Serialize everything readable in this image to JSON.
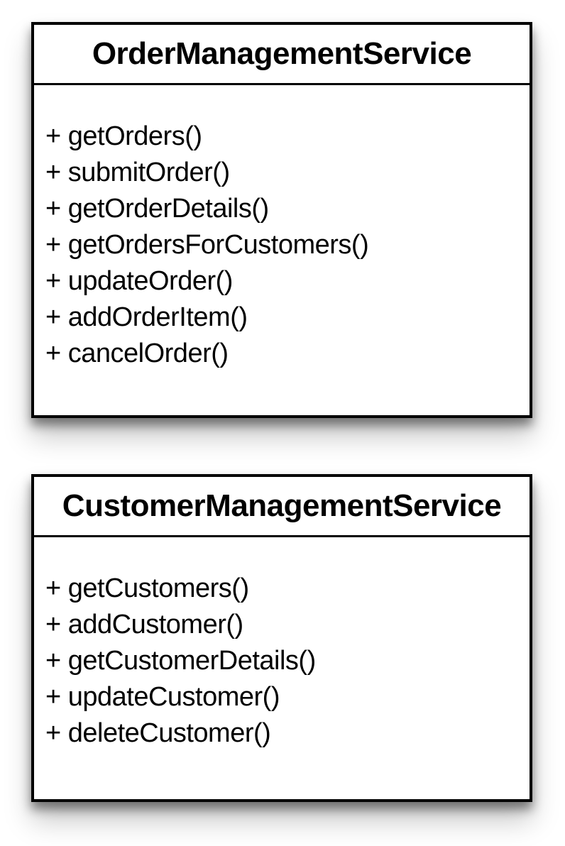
{
  "diagram": {
    "kind": "uml-class-diagram",
    "colors": {
      "border": "#000000",
      "fill": "#ffffff",
      "text": "#000000",
      "background": "#ffffff"
    },
    "classes": [
      {
        "name": "OrderManagementService",
        "methods": [
          "+ getOrders()",
          "+ submitOrder()",
          "+ getOrderDetails()",
          "+ getOrdersForCustomers()",
          "+ updateOrder()",
          "+ addOrderItem()",
          "+ cancelOrder()"
        ]
      },
      {
        "name": "CustomerManagementService",
        "methods": [
          "+ getCustomers()",
          "+ addCustomer()",
          "+ getCustomerDetails()",
          "+ updateCustomer()",
          "+ deleteCustomer()"
        ]
      }
    ]
  }
}
